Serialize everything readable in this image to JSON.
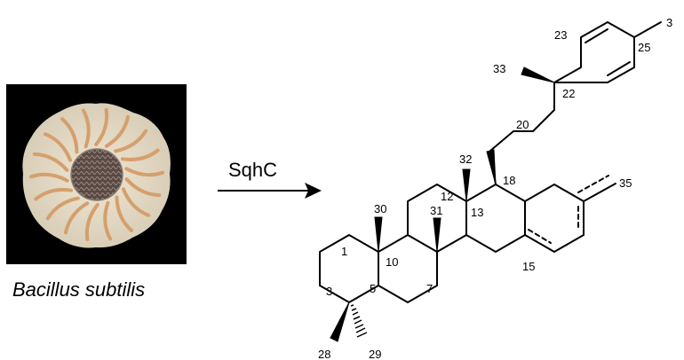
{
  "organism": {
    "name": "Bacillus subtilis",
    "colors": {
      "background": "#000000",
      "colony": "#e7ddc8",
      "center": "#6b5a52",
      "ridge": "#d9a070"
    }
  },
  "reaction": {
    "enzyme": "SqhC"
  },
  "molecule": {
    "atom_labels": [
      "1",
      "3",
      "5",
      "7",
      "10",
      "12",
      "13",
      "15",
      "18",
      "20",
      "22",
      "23",
      "25",
      "28",
      "29",
      "30",
      "31",
      "32",
      "33",
      "35",
      "3"
    ]
  }
}
